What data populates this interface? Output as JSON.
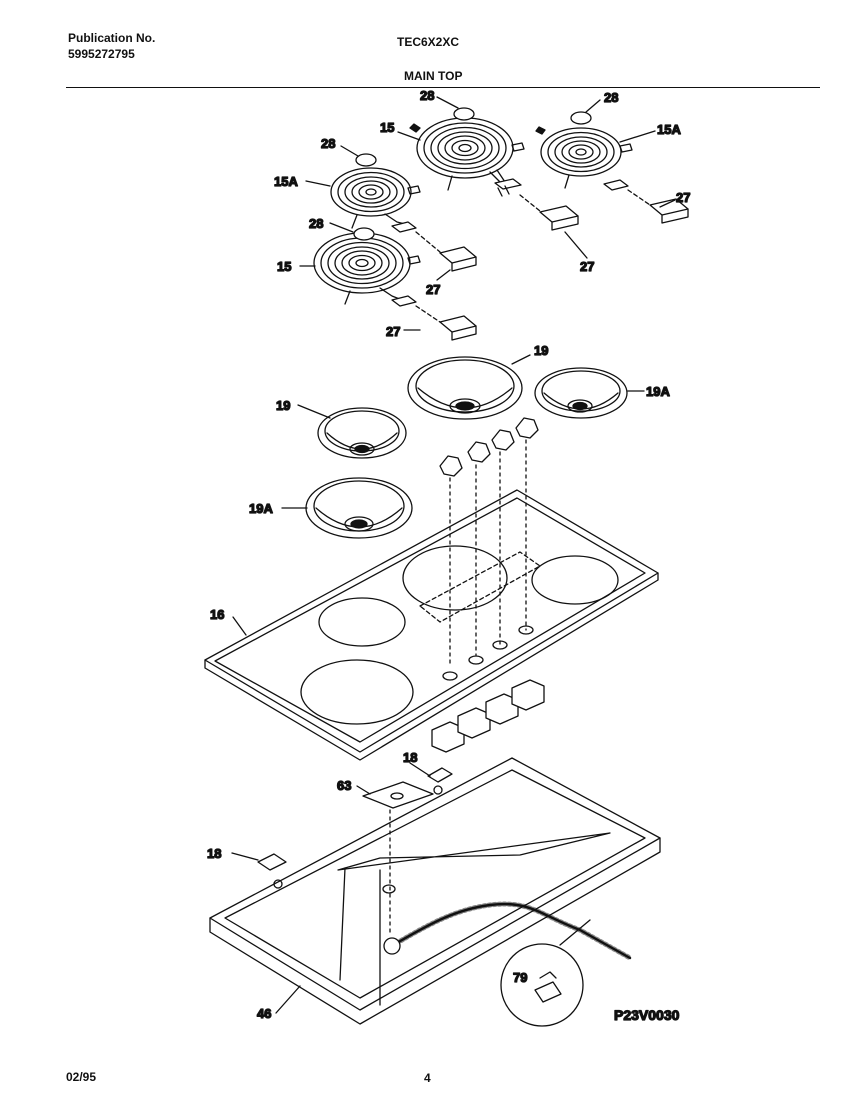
{
  "header": {
    "publication_label": "Publication No.",
    "publication_number": "5995272795",
    "model": "TEC6X2XC",
    "section_title": "MAIN TOP"
  },
  "footer": {
    "date": "02/95",
    "page": "4",
    "drawing_id": "P23V0030"
  },
  "callouts": {
    "c28a": "28",
    "c28b": "28",
    "c28c": "28",
    "c28d": "28",
    "c15a": "15",
    "c15b": "15",
    "c15Aa": "15A",
    "c15Ab": "15A",
    "c27a": "27",
    "c27b": "27",
    "c27c": "27",
    "c27d": "27",
    "c19a": "19",
    "c19b": "19",
    "c19Aa": "19A",
    "c19Ab": "19A",
    "c16": "16",
    "c18a": "18",
    "c18b": "18",
    "c63": "63",
    "c46": "46",
    "c79": "79"
  }
}
